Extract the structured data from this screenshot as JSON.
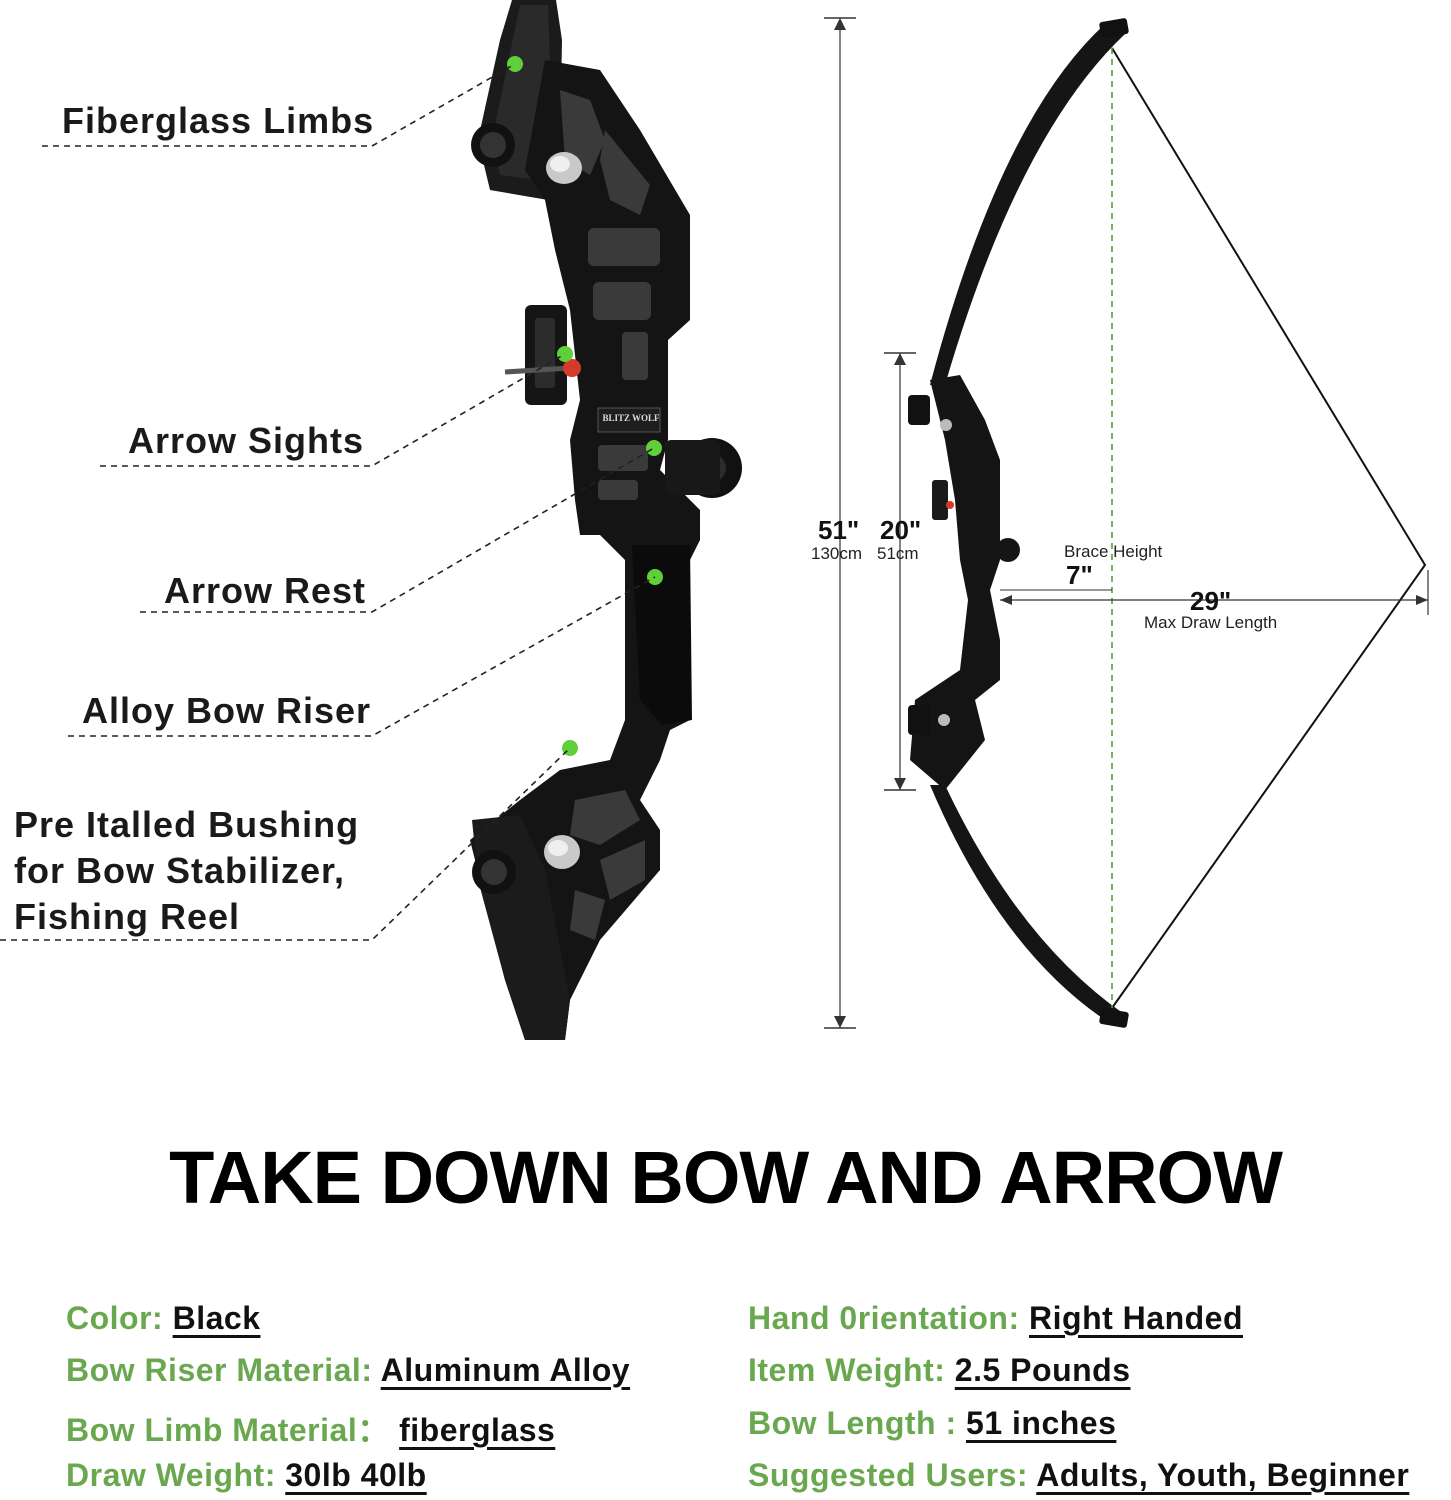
{
  "callouts": {
    "limbs": "Fiberglass Limbs",
    "sights": "Arrow Sights",
    "rest": "Arrow Rest",
    "riser": "Alloy Bow Riser",
    "bushing": [
      "Pre Italled Bushing",
      "for Bow Stabilizer,",
      "Fishing Reel"
    ]
  },
  "riser_label": "BLITZ WOLF",
  "dimensions": {
    "total_in": "51\"",
    "total_cm": "130cm",
    "riser_in": "20\"",
    "riser_cm": "51cm",
    "brace_label": "Brace Height",
    "brace_in": "7\"",
    "draw_in": "29\"",
    "draw_label": "Max Draw Length"
  },
  "title": "TAKE DOWN BOW AND ARROW",
  "specs_left": [
    {
      "label": "Color: ",
      "value": "Black"
    },
    {
      "label": "Bow Riser Material: ",
      "value": "Aluminum Alloy"
    },
    {
      "label": "Bow Limb Material： ",
      "value": "fiberglass"
    },
    {
      "label": "Draw Weight: ",
      "value": "30lb 40lb"
    }
  ],
  "specs_right": [
    {
      "label": "Hand 0rientation: ",
      "value": "Right Handed"
    },
    {
      "label": "Item Weight: ",
      "value": "2.5 Pounds"
    },
    {
      "label": "Bow Length : ",
      "value": "51 inches"
    },
    {
      "label": "Suggested Users: ",
      "value": "Adults, Youth, Beginner"
    }
  ],
  "colors": {
    "spec_label": "#6aa84f",
    "marker": "#5fcf3a",
    "bow": "#111111"
  }
}
